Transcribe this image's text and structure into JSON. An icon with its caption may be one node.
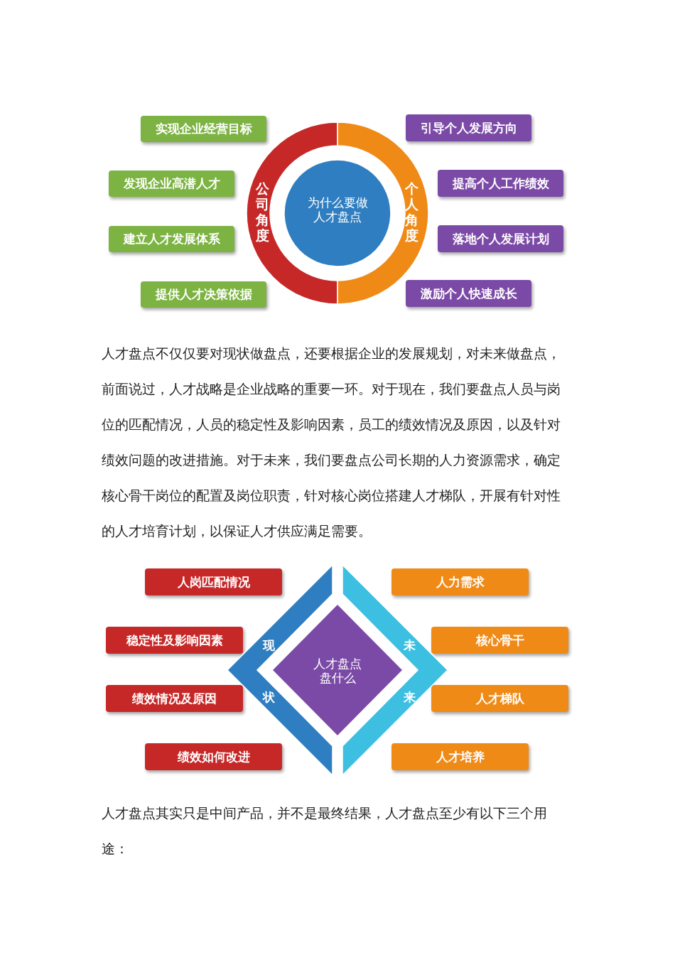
{
  "diagram": {
    "nodes": [
      {
        "text": [
          "为什么要做人才盘点"
        ]
      },
      {
        "text": [
          "公司角度"
        ]
      },
      {
        "text": [
          "个人角度"
        ]
      },
      {
        "text": [
          "实现企业经营目标"
        ]
      },
      {
        "text": [
          "发现企业高潜人才"
        ]
      },
      {
        "text": [
          "建立人才发展体系"
        ]
      },
      {
        "text": [
          "提供人才决策依据"
        ]
      },
      {
        "text": [
          "引导个人发展方向"
        ]
      },
      {
        "text": [
          "提高个人工作绩效"
        ]
      },
      {
        "text": [
          "落地个人发展计划"
        ]
      },
      {
        "text": [
          "激励个人快速成长"
        ]
      },
      {
        "text": [
          "人才盘点盘什么"
        ]
      },
      {
        "text": [
          "现",
          "状"
        ]
      },
      {
        "text": [
          "未",
          "来"
        ]
      },
      {
        "text": [
          "人岗匹配情况"
        ]
      },
      {
        "text": [
          "稳定性及影响因素"
        ]
      },
      {
        "text": [
          "绩效情况及原因"
        ]
      },
      {
        "text": [
          "绩效如何改进"
        ]
      },
      {
        "text": [
          "人力需求"
        ]
      },
      {
        "text": [
          "核心骨干"
        ]
      },
      {
        "text": [
          "人才梯队"
        ]
      },
      {
        "text": [
          "人才培养"
        ]
      }
    ],
    "labels": [
      "人才盘点不仅仅要对现状做盘点，还要根据企业的发展规划，对未来做盘点，前面说过，人才战略是企业战略的重要一环。对于现在，我们要盘点人员与岗位的匹配情况，人员的稳定性及影响因素，员工的绩效情况及原因，以及针对绩效问题的改进措施。对于未来，我们要盘点公司长期的人力资源需求，确定核心骨干岗位的配置及岗位职责，针对核心岗位搭建人才梯队，开展有针对性的人才培育计划，以保证人才供应满足需要。",
      "人才盘点其实只是中间产品，并不是最终结果，人才盘点至少有以下三个用途："
    ]
  }
}
